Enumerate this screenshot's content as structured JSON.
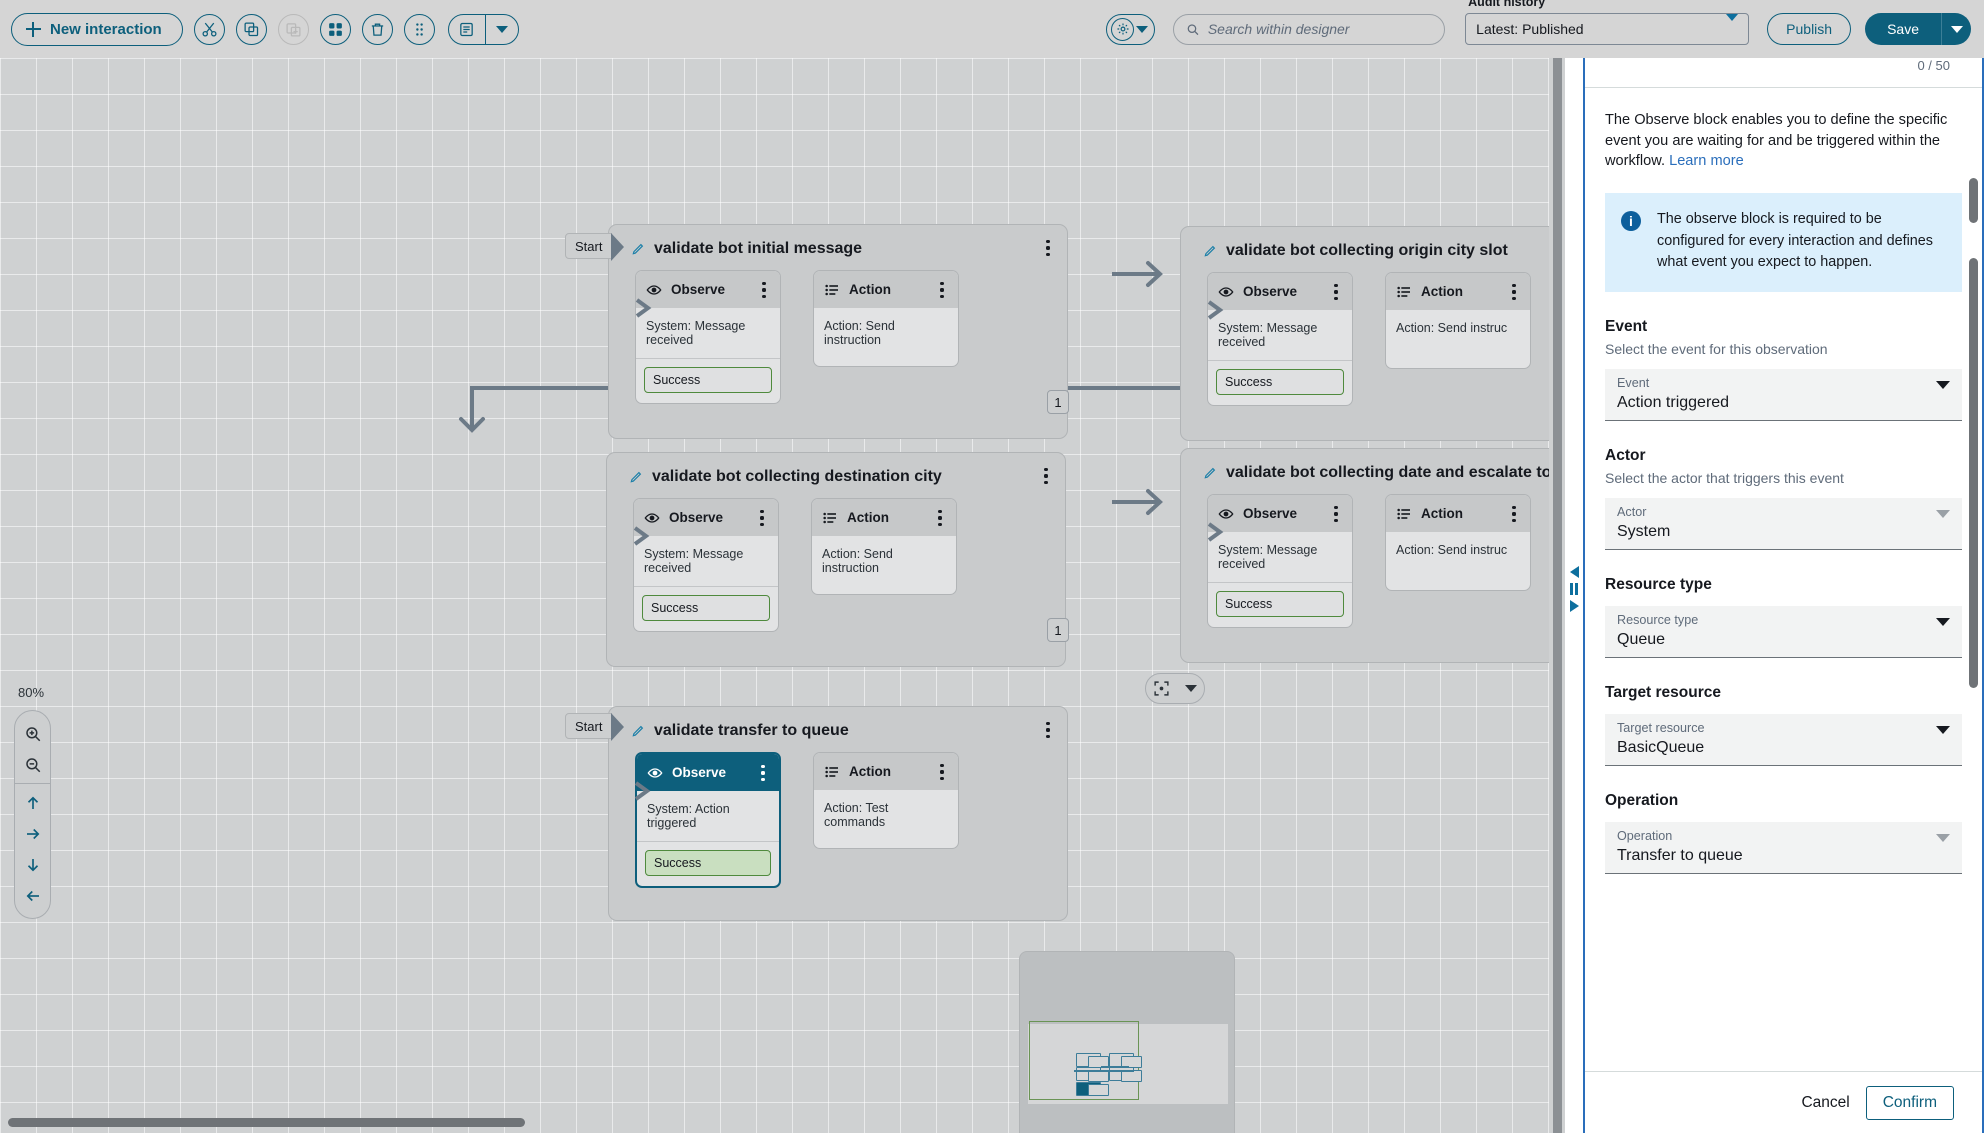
{
  "toolbar": {
    "new_interaction_label": "New interaction",
    "icon_buttons": [
      {
        "name": "cut-icon",
        "title": "Cut",
        "disabled": false
      },
      {
        "name": "copy-icon",
        "title": "Copy",
        "disabled": false
      },
      {
        "name": "paste-icon",
        "title": "Paste",
        "disabled": true
      },
      {
        "name": "grid-blocks-icon",
        "title": "Blocks",
        "disabled": false
      },
      {
        "name": "trash-icon",
        "title": "Delete",
        "disabled": false
      },
      {
        "name": "drag-dots-icon",
        "title": "Arrange",
        "disabled": false
      }
    ],
    "notes_label": "notes-icon",
    "notes_caret": "chevron-down-icon",
    "settings_icon": "gear-icon",
    "settings_caret": "chevron-down-icon",
    "search": {
      "placeholder": "Search within designer",
      "value": ""
    },
    "audit_history": {
      "legend": "Audit history",
      "value": "Latest: Published"
    },
    "publish_label": "Publish",
    "save_label": "Save",
    "save_caret": "chevron-down-icon"
  },
  "canvas": {
    "zoom_level": "80%",
    "start_label": "Start",
    "hop_labels": [
      "1",
      "1"
    ],
    "zoom_controls": [
      {
        "name": "zoom-in-icon"
      },
      {
        "name": "zoom-out-icon"
      },
      {
        "name": "pan-up-icon"
      },
      {
        "name": "pan-right-icon"
      },
      {
        "name": "pan-down-icon"
      },
      {
        "name": "pan-left-icon"
      }
    ],
    "fit_icon": "fit-to-screen-icon",
    "fit_caret": "chevron-down-icon",
    "groups": [
      {
        "title": "validate bot initial message",
        "has_start": true,
        "observe": {
          "header": "Observe",
          "body": "System: Message received",
          "outcome": "Success",
          "selected": false
        },
        "action": {
          "header": "Action",
          "body": "Action: Send instruction"
        }
      },
      {
        "title": "validate bot collecting origin city slot",
        "has_start": false,
        "observe": {
          "header": "Observe",
          "body": "System: Message received",
          "outcome": "Success",
          "selected": false
        },
        "action": {
          "header": "Action",
          "body": "Action: Send instruc"
        }
      },
      {
        "title": "validate bot collecting destination city",
        "has_start": false,
        "observe": {
          "header": "Observe",
          "body": "System: Message received",
          "outcome": "Success",
          "selected": false
        },
        "action": {
          "header": "Action",
          "body": "Action: Send instruction"
        }
      },
      {
        "title": "validate bot collecting date and escalate to",
        "has_start": false,
        "observe": {
          "header": "Observe",
          "body": "System: Message received",
          "outcome": "Success",
          "selected": false
        },
        "action": {
          "header": "Action",
          "body": "Action: Send instruc"
        }
      },
      {
        "title": "validate transfer to queue",
        "has_start": true,
        "observe": {
          "header": "Observe",
          "body": "System: Action triggered",
          "outcome": "Success",
          "selected": true
        },
        "action": {
          "header": "Action",
          "body": "Action: Test commands"
        }
      }
    ]
  },
  "panel": {
    "char_counter": "0 / 50",
    "description": "The Observe block enables you to define the specific event you are waiting for and be triggered within the workflow.",
    "learn_more": "Learn more",
    "alert": "The observe block is required to be configured for every interaction and defines what event you expect to happen.",
    "sections": [
      {
        "heading": "Event",
        "hint": "Select the event for this observation",
        "field_label": "Event",
        "value": "Action triggered",
        "disabled": false
      },
      {
        "heading": "Actor",
        "hint": "Select the actor that triggers this event",
        "field_label": "Actor",
        "value": "System",
        "disabled": true
      },
      {
        "heading": "Resource type",
        "hint": "",
        "field_label": "Resource type",
        "value": "Queue",
        "disabled": false
      },
      {
        "heading": "Target resource",
        "hint": "",
        "field_label": "Target resource",
        "value": "BasicQueue",
        "disabled": false
      },
      {
        "heading": "Operation",
        "hint": "",
        "field_label": "Operation",
        "value": "Transfer to queue",
        "disabled": true
      }
    ],
    "cancel_label": "Cancel",
    "confirm_label": "Confirm"
  },
  "colors": {
    "accent": "#0d5f7c",
    "panel_border": "#2a6ebb",
    "link": "#2a6ebb",
    "success_outline": "#4f8a3d",
    "connector": "#6c7a87",
    "info_bg": "#dbeffc",
    "canvas_bg": "#cfd1d2"
  }
}
